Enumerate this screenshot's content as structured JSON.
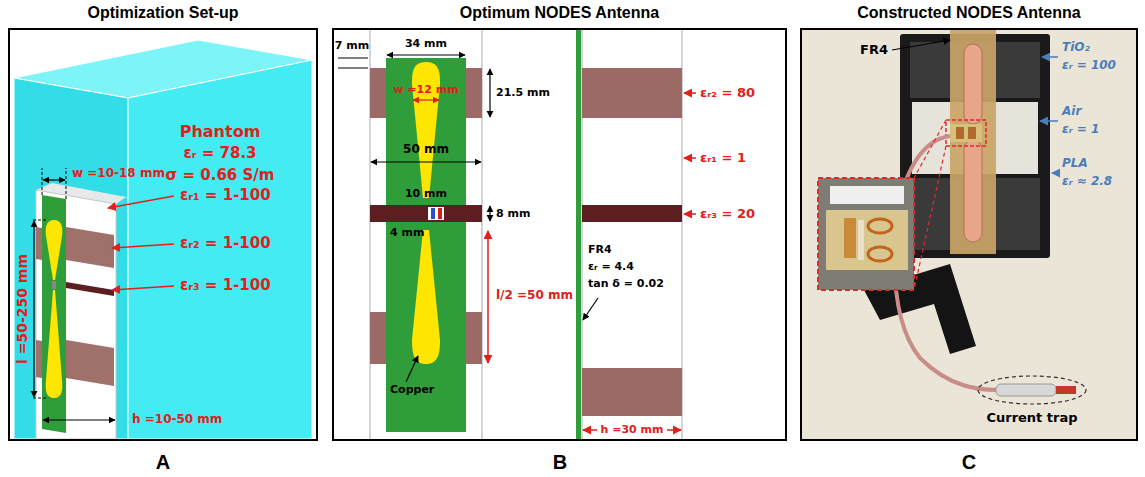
{
  "diagram": {
    "nodes": [
      {
        "text": [
          "Optimization Set-up"
        ]
      },
      {
        "text": [
          "Optimum NODES Antenna"
        ]
      },
      {
        "text": [
          "Constructed NODES Antenna"
        ]
      }
    ],
    "labels": [
      "Phantom",
      "εᵣ = 78.3",
      "σ = 0.66 S/m",
      "w =10-18 mm",
      "εᵣ₁ = 1-100",
      "εᵣ₂ = 1-100",
      "εᵣ₃ = 1-100",
      "l =50-250 mm",
      "h =10-50 mm",
      "34 mm",
      "7 mm",
      "21.5 mm",
      "w =12 mm",
      "50 mm",
      "10 mm",
      "4 mm",
      "8 mm",
      "l/2 =50 mm",
      "Copper",
      "εᵣ₂ = 80",
      "εᵣ₁ = 1",
      "εᵣ₃ = 20",
      "FR4",
      "εᵣ = 4.4",
      "tan δ = 0.02",
      "h =30 mm",
      "FR4",
      "TiO₂",
      "εᵣ = 100",
      "Air",
      "εᵣ = 1",
      "PLA",
      "εᵣ ≈ 2.8",
      "Current trap",
      "A",
      "B",
      "C"
    ]
  }
}
